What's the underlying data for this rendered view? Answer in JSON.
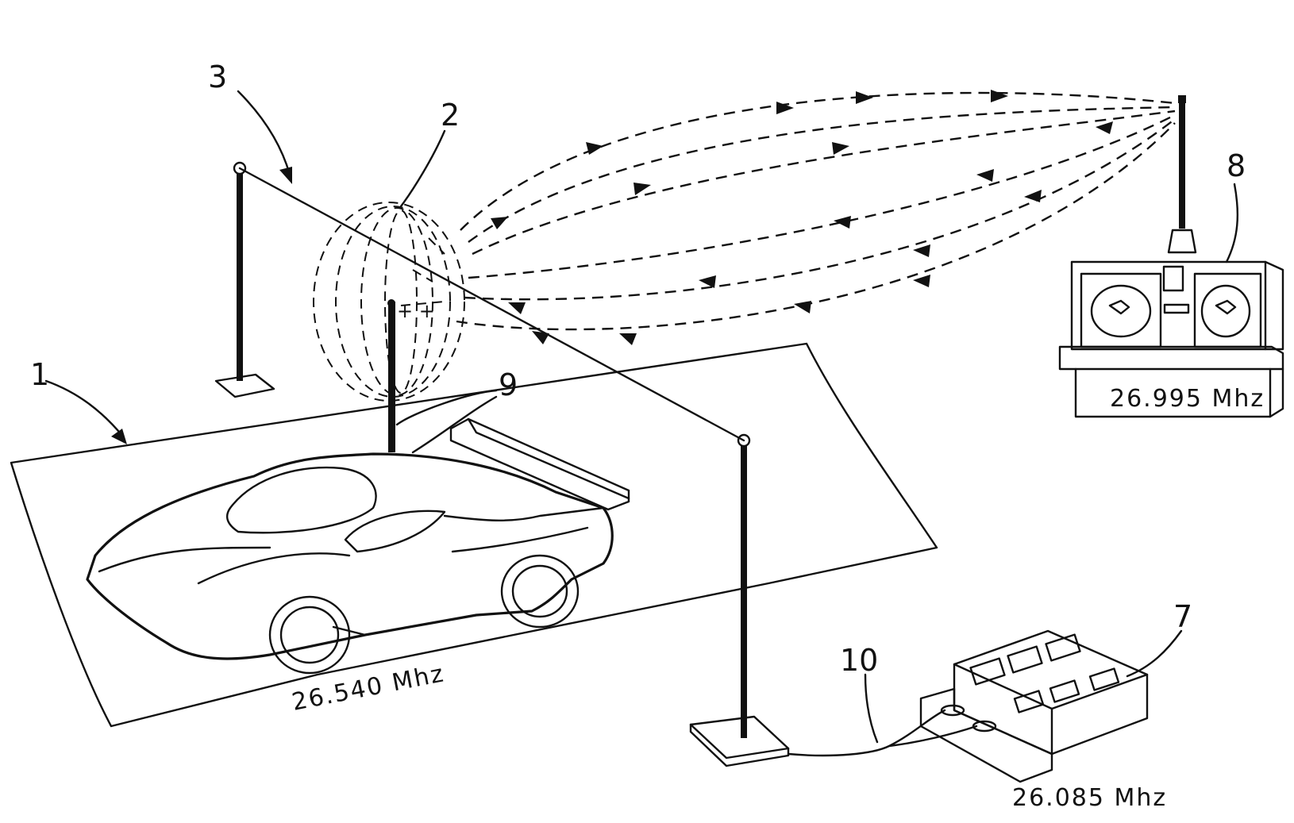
{
  "figure": {
    "labels": {
      "track": "1",
      "field": "2",
      "antenna_loop": "3",
      "timing_unit": "7",
      "remote_control": "8",
      "car_antenna": "9",
      "cable": "10"
    },
    "frequencies": {
      "car": "26.540 Mhz",
      "remote": "26.995 Mhz",
      "timing_unit": "26.085 Mhz"
    }
  }
}
